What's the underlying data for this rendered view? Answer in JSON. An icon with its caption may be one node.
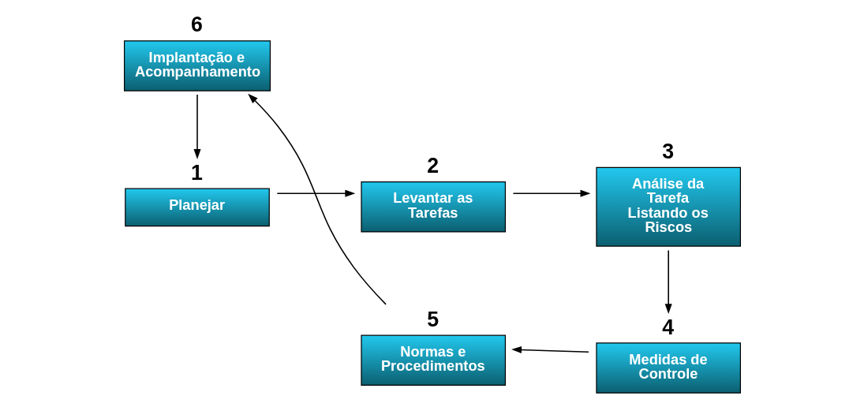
{
  "diagram": {
    "nodes": [
      {
        "text": [
          "Planejar"
        ],
        "beside": [
          "1"
        ]
      },
      {
        "text": [
          "Levantar as Tarefas"
        ],
        "beside": [
          "2"
        ]
      },
      {
        "text": [
          "Análise da Tarefa Listando os Riscos"
        ],
        "beside": [
          "3"
        ]
      },
      {
        "text": [
          "Medidas de Controle"
        ],
        "beside": [
          "4"
        ]
      },
      {
        "text": [
          "Normas e Procedimentos"
        ],
        "beside": [
          "5"
        ]
      },
      {
        "text": [
          "Implantação e Acompanhamento"
        ],
        "beside": [
          "6"
        ]
      }
    ],
    "edges": [
      {
        "from": 0,
        "to": 1,
        "arrow": "to"
      },
      {
        "from": 1,
        "to": 2,
        "arrow": "to"
      },
      {
        "from": 2,
        "to": 3,
        "arrow": "to"
      },
      {
        "from": 3,
        "to": 4,
        "arrow": "to"
      },
      {
        "from": 4,
        "to": 5,
        "arrow": "to"
      },
      {
        "from": 5,
        "to": 0,
        "arrow": "to"
      }
    ]
  }
}
